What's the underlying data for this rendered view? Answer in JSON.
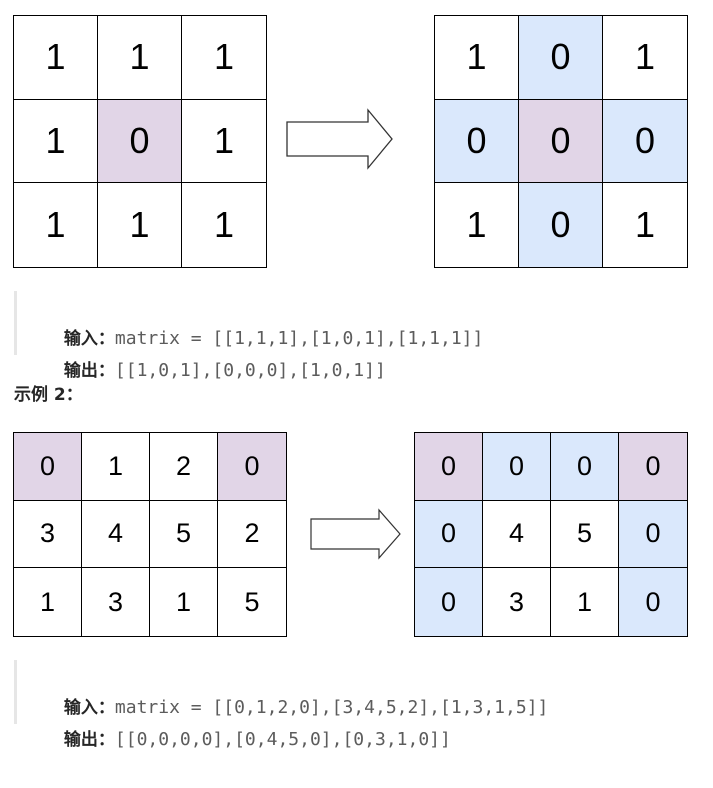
{
  "example1": {
    "before": {
      "cells": [
        "1",
        "1",
        "1",
        "1",
        "0",
        "1",
        "1",
        "1",
        "1"
      ],
      "highlight": [
        "",
        "",
        "",
        "",
        "pink",
        "",
        "",
        "",
        ""
      ]
    },
    "after": {
      "cells": [
        "1",
        "0",
        "1",
        "0",
        "0",
        "0",
        "1",
        "0",
        "1"
      ],
      "highlight": [
        "",
        "blue",
        "",
        "blue",
        "pink",
        "blue",
        "",
        "blue",
        ""
      ]
    },
    "input_label": "输入：",
    "input_value": "matrix = [[1,1,1],[1,0,1],[1,1,1]]",
    "output_label": "输出：",
    "output_value": "[[1,0,1],[0,0,0],[1,0,1]]"
  },
  "example2": {
    "title": "示例 2：",
    "before": {
      "cells": [
        "0",
        "1",
        "2",
        "0",
        "3",
        "4",
        "5",
        "2",
        "1",
        "3",
        "1",
        "5"
      ],
      "highlight": [
        "pink",
        "",
        "",
        "pink",
        "",
        "",
        "",
        "",
        "",
        "",
        "",
        ""
      ]
    },
    "after": {
      "cells": [
        "0",
        "0",
        "0",
        "0",
        "0",
        "4",
        "5",
        "0",
        "0",
        "3",
        "1",
        "0"
      ],
      "highlight": [
        "pink",
        "blue",
        "blue",
        "pink",
        "blue",
        "",
        "",
        "blue",
        "blue",
        "",
        "",
        "blue"
      ]
    },
    "input_label": "输入：",
    "input_value": "matrix = [[0,1,2,0],[3,4,5,2],[1,3,1,5]]",
    "output_label": "输出：",
    "output_value": "[[0,0,0,0],[0,4,5,0],[0,3,1,0]]"
  },
  "colors": {
    "pink_cell": "#e1d5e7",
    "blue_cell": "#dae8fc",
    "grid_line": "#000000",
    "arrow_stroke": "#333333"
  },
  "icons": {
    "arrow": "right-arrow-icon"
  }
}
